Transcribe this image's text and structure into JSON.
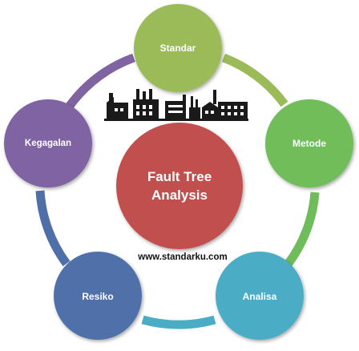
{
  "diagram": {
    "center": {
      "line1": "Fault Tree",
      "line2": "Analysis",
      "color": "#c0504d"
    },
    "nodes": [
      {
        "id": "standar",
        "label": "Standar",
        "color": "#9bbb59"
      },
      {
        "id": "metode",
        "label": "Metode",
        "color": "#6fbd5a"
      },
      {
        "id": "analisa",
        "label": "Analisa",
        "color": "#4bacc6"
      },
      {
        "id": "resiko",
        "label": "Resiko",
        "color": "#4f6fa8"
      },
      {
        "id": "kegagalan",
        "label": "Kegagalan",
        "color": "#8064a2"
      }
    ],
    "connectors": [
      {
        "from": "standar",
        "to": "metode",
        "color": "#9bbb59"
      },
      {
        "from": "metode",
        "to": "analisa",
        "color": "#6fbd5a"
      },
      {
        "from": "analisa",
        "to": "resiko",
        "color": "#4bacc6"
      },
      {
        "from": "resiko",
        "to": "kegagalan",
        "color": "#4f6fa8"
      },
      {
        "from": "kegagalan",
        "to": "standar",
        "color": "#8064a2"
      }
    ],
    "website": "www.standarku.com",
    "factory_icon": "factory-skyline-icon"
  }
}
